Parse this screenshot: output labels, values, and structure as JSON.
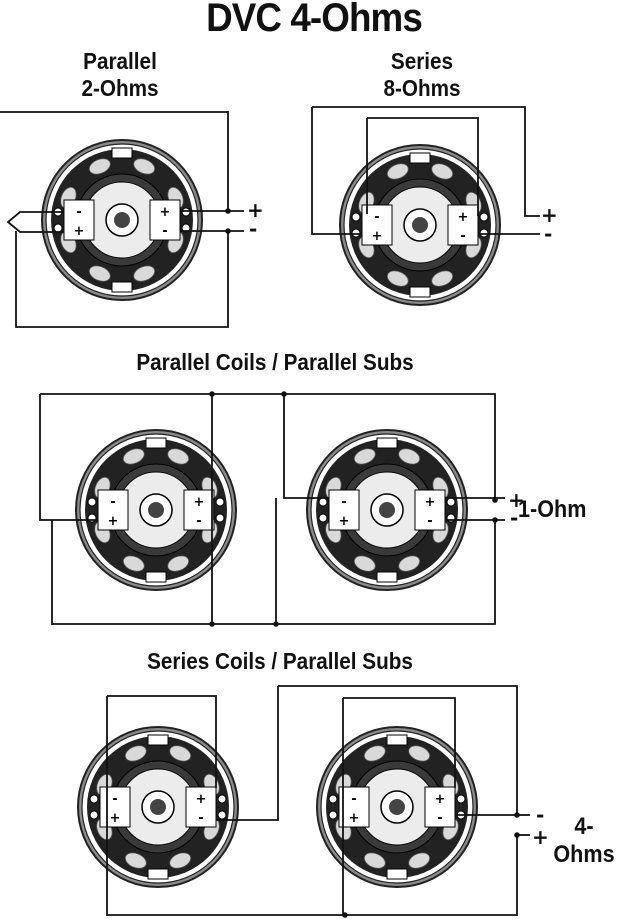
{
  "title": "DVC 4-Ohms",
  "sections": {
    "parallel": {
      "line1": "Parallel",
      "line2": "2-Ohms"
    },
    "series": {
      "line1": "Series",
      "line2": "8-Ohms"
    },
    "parallel_coils_parallel_subs": {
      "title": "Parallel Coils / Parallel Subs",
      "result": "1-Ohm"
    },
    "series_coils_parallel_subs": {
      "title": "Series Coils / Parallel Subs",
      "result": "4-Ohms"
    }
  },
  "symbols": {
    "plus": "+",
    "minus": "-"
  },
  "colors": {
    "line": "#111111",
    "speaker_dark": "#222222",
    "speaker_mid": "#8a8a8a",
    "speaker_light": "#d9d9d9"
  }
}
